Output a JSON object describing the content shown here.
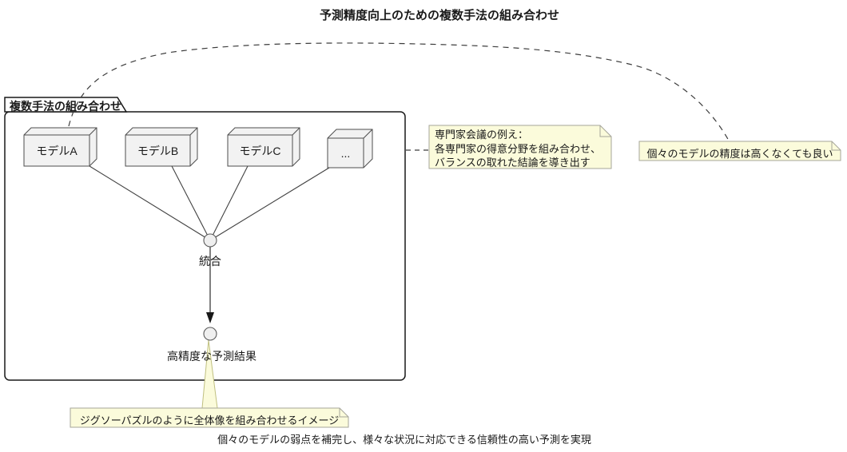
{
  "title": "予測精度向上のための複数手法の組み合わせ",
  "package": {
    "label": "複数手法の組み合わせ"
  },
  "nodes": [
    {
      "label": "モデルA"
    },
    {
      "label": "モデルB"
    },
    {
      "label": "モデルC"
    },
    {
      "label": "..."
    }
  ],
  "merge_point": {
    "label": "統合"
  },
  "result_point": {
    "label": "高精度な予測結果"
  },
  "notes": {
    "expert": {
      "line1": "専門家会議の例え：",
      "line2": "各専門家の得意分野を組み合わせ、",
      "line3": "バランスの取れた結論を導き出す"
    },
    "accuracy": {
      "text": "個々のモデルの精度は高くなくても良い"
    },
    "jigsaw": {
      "text": "ジグソーパズルのように全体像を組み合わせるイメージ"
    }
  },
  "caption": "個々のモデルの弱点を補完し、様々な状況に対応できる信頼性の高い予測を実現",
  "colors": {
    "background": "#FFFFFF",
    "package_border": "#181818",
    "node_fill": "#F2F2F2",
    "node_border": "#4D4D4D",
    "edge_line": "#424242",
    "circle_fill": "#EFEFEF",
    "note_fill": "#FBFBDB",
    "note_border": "#A6A69A",
    "connector_border": "#C0C080",
    "text": "#1A1A1A"
  }
}
